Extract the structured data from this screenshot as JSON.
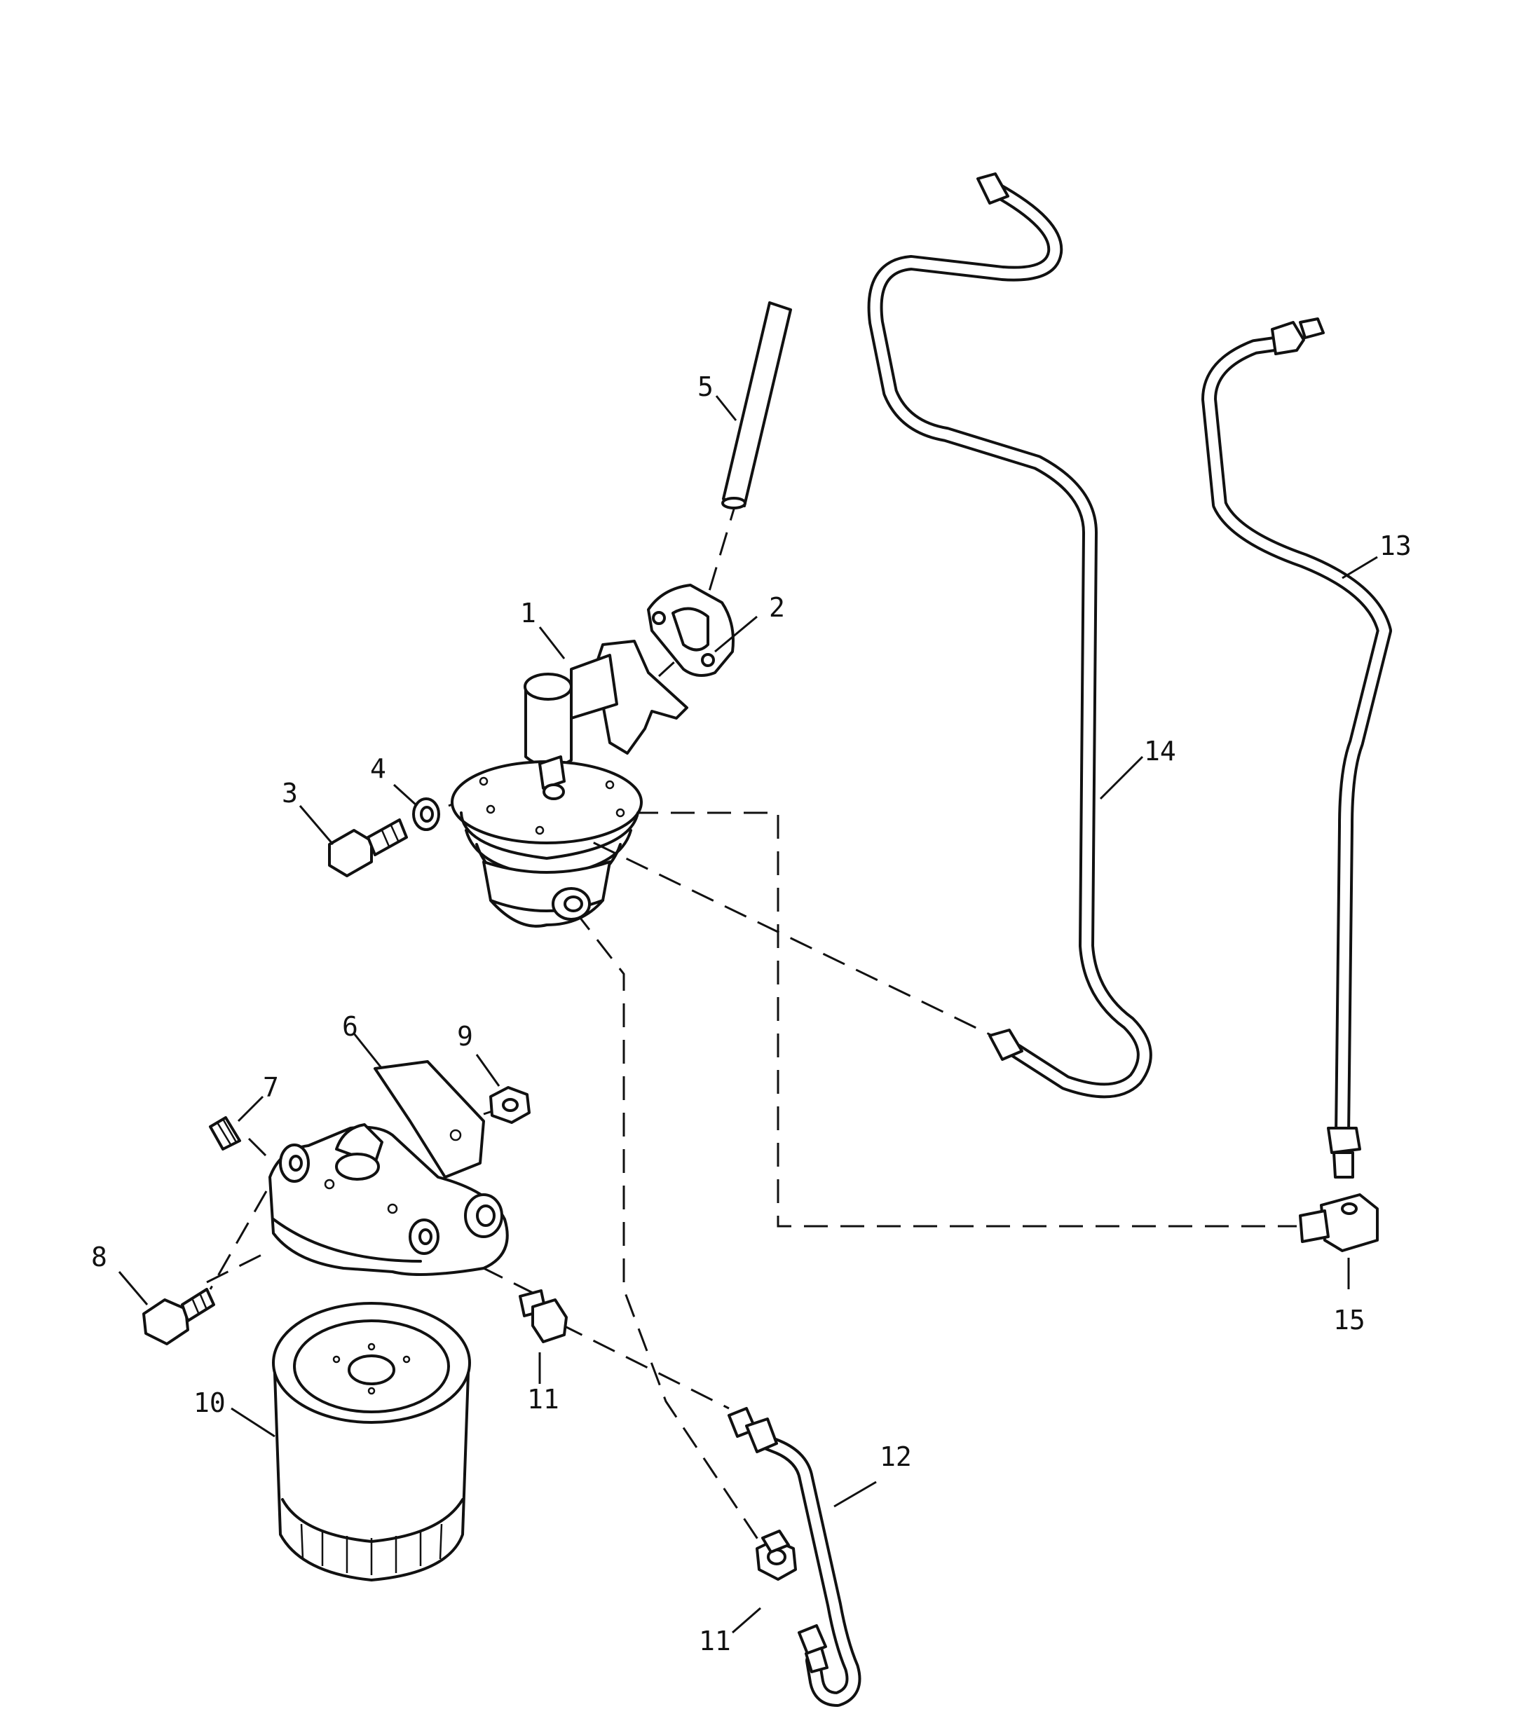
{
  "callouts": [
    {
      "id": "1",
      "label": "1"
    },
    {
      "id": "2",
      "label": "2"
    },
    {
      "id": "3",
      "label": "3"
    },
    {
      "id": "4",
      "label": "4"
    },
    {
      "id": "5",
      "label": "5"
    },
    {
      "id": "6",
      "label": "6"
    },
    {
      "id": "7",
      "label": "7"
    },
    {
      "id": "8",
      "label": "8"
    },
    {
      "id": "9",
      "label": "9"
    },
    {
      "id": "10",
      "label": "10"
    },
    {
      "id": "11a",
      "label": "11"
    },
    {
      "id": "11b",
      "label": "11"
    },
    {
      "id": "12",
      "label": "12"
    },
    {
      "id": "13",
      "label": "13"
    },
    {
      "id": "14",
      "label": "14"
    },
    {
      "id": "15",
      "label": "15"
    }
  ]
}
